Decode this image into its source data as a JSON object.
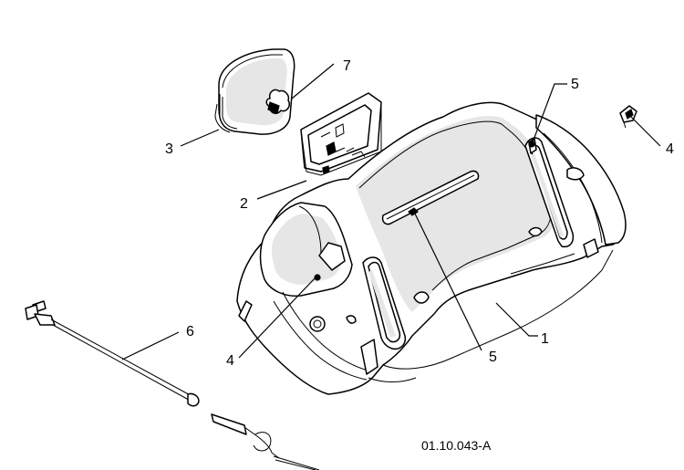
{
  "callouts": {
    "c1": "1",
    "c2": "2",
    "c3": "3",
    "c4a": "4",
    "c4b": "4",
    "c5a": "5",
    "c5b": "5",
    "c6": "6",
    "c7": "7"
  },
  "reference_code": "01.10.043-A",
  "colors": {
    "line": "#000000",
    "fill": "#ffffff",
    "shade": "#e6e6e6"
  }
}
